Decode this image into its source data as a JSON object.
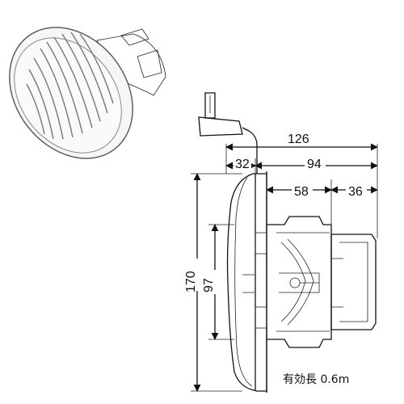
{
  "dimensions": {
    "overall_depth": "126",
    "lens_depth": "32",
    "body_depth": "94",
    "housing_depth": "58",
    "socket_depth": "36",
    "height": "170",
    "inner_height": "97"
  },
  "note": "有効長 0.6m"
}
